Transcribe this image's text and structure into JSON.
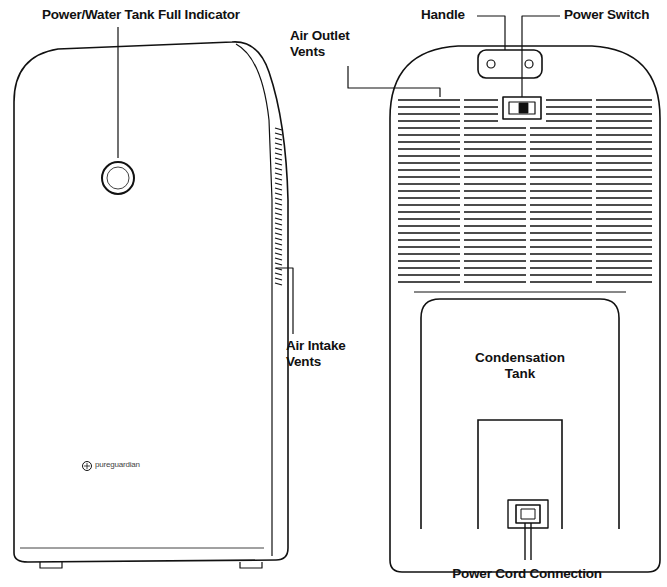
{
  "diagram": {
    "nodes": [
      {
        "text": [
          "Condensation Tank"
        ]
      }
    ],
    "labels": [
      "Power/Water Tank Full Indicator",
      "Air Intake Vents",
      "Handle",
      "Power Switch",
      "Air Outlet Vents",
      "Power Cord Connection",
      "pureguardian"
    ]
  }
}
